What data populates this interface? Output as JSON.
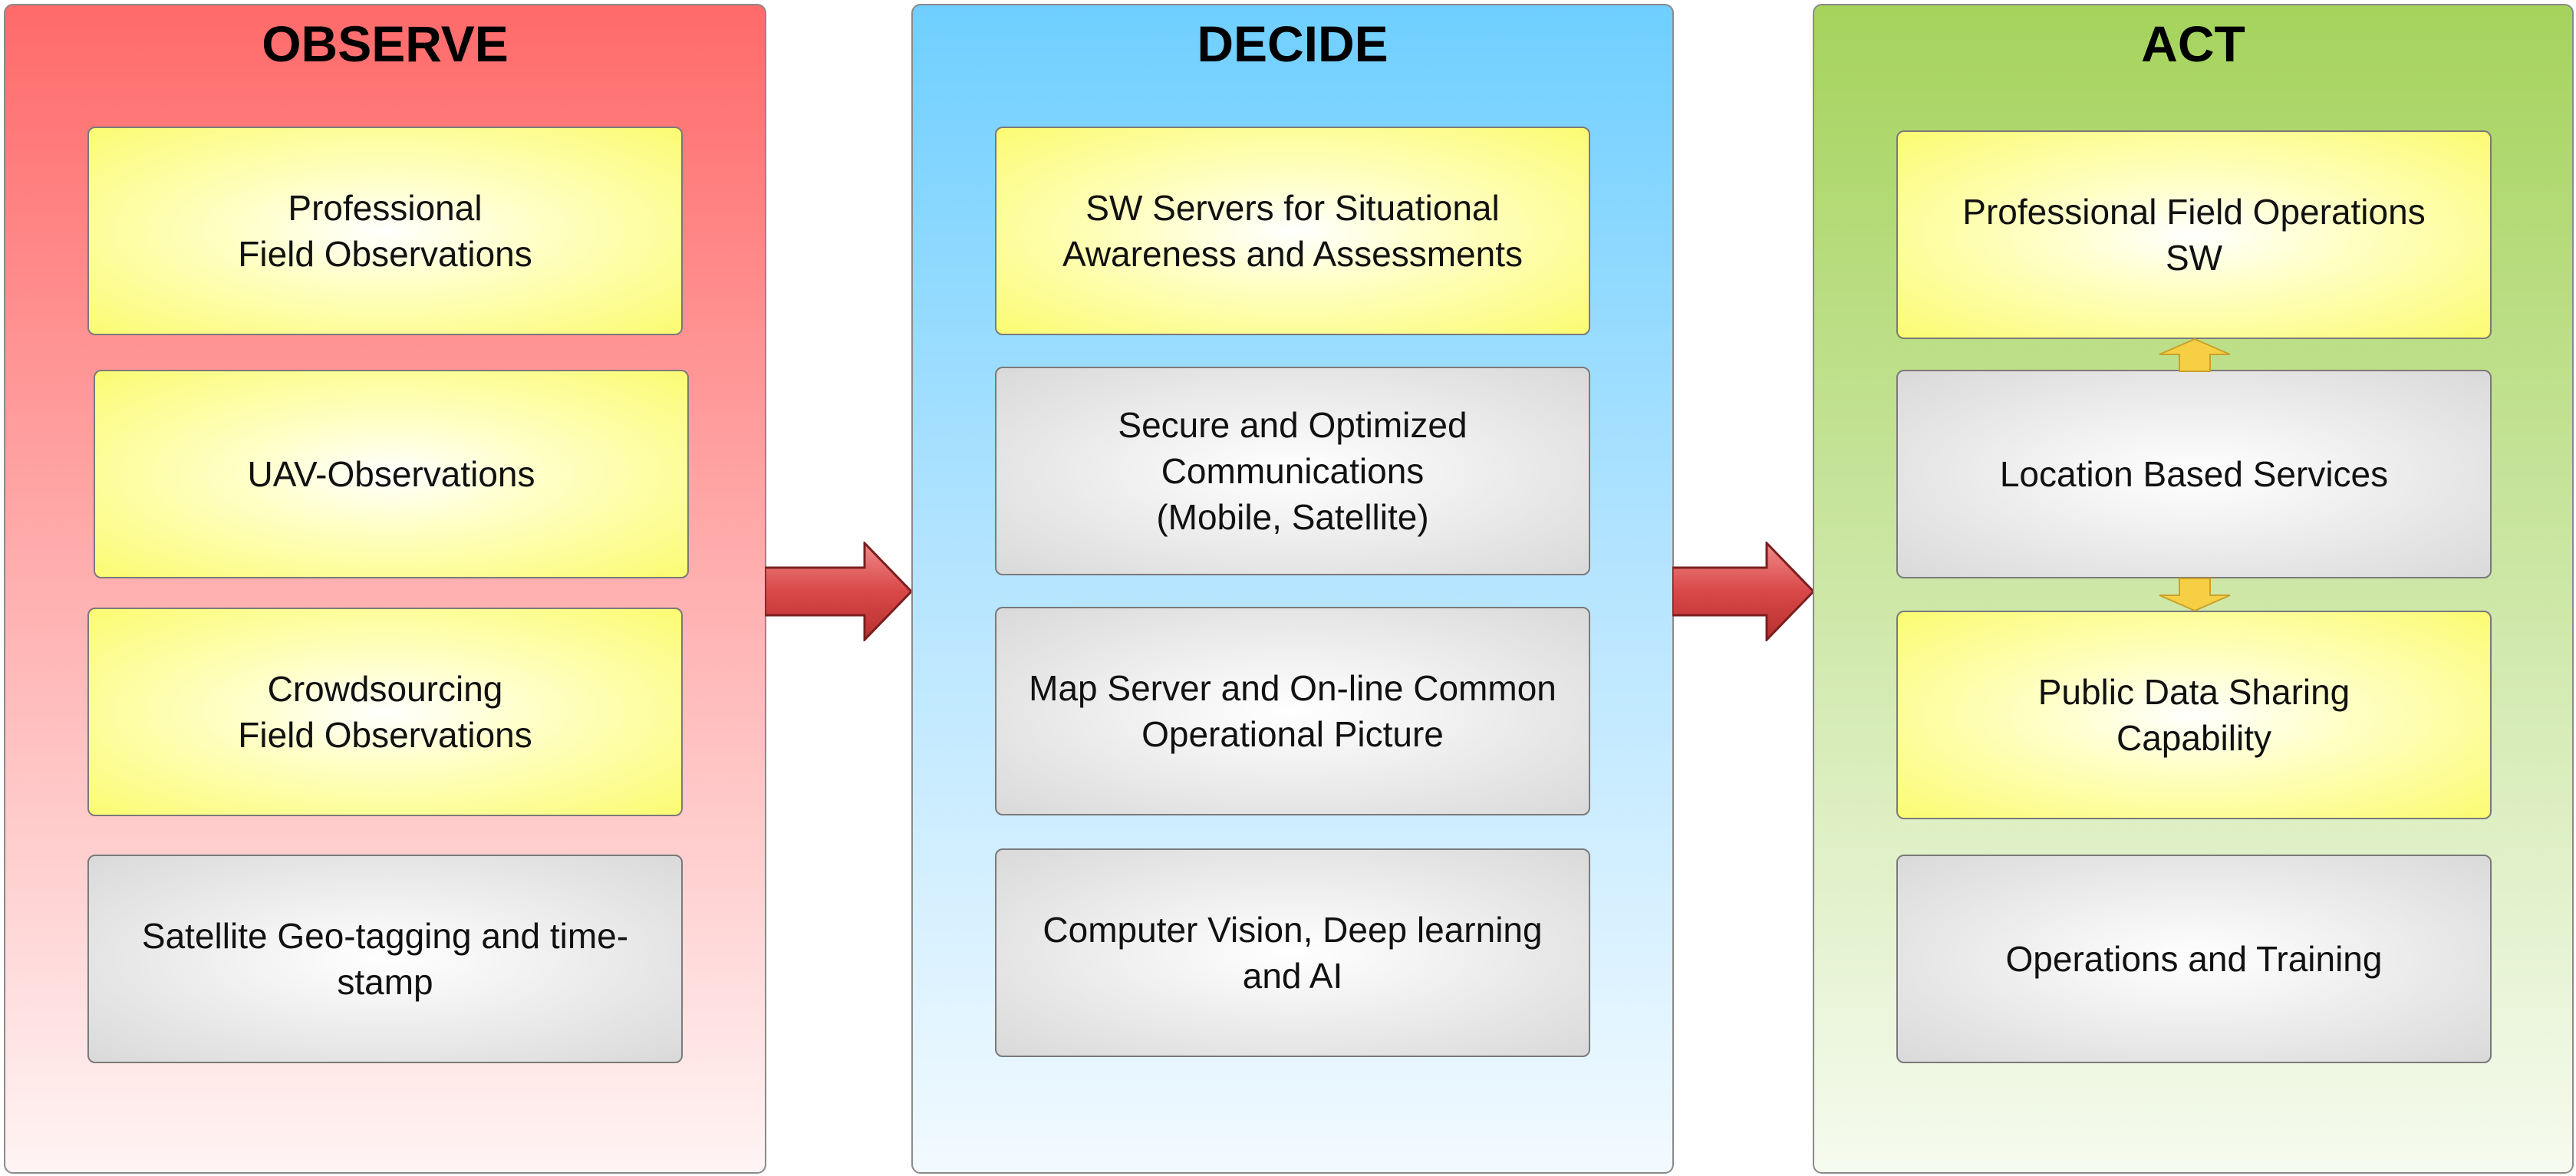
{
  "columns": {
    "observe": {
      "title": "OBSERVE",
      "boxes": [
        "Professional\nField Observations",
        "UAV-Observations",
        "Crowdsourcing\nField Observations",
        "Satellite Geo-tagging and time-\nstamp"
      ]
    },
    "decide": {
      "title": "DECIDE",
      "boxes": [
        "SW Servers for Situational\nAwareness and Assessments",
        "Secure and Optimized\nCommunications\n(Mobile, Satellite)",
        "Map Server and On-line Common\nOperational Picture",
        "Computer Vision, Deep learning\nand AI"
      ]
    },
    "act": {
      "title": "ACT",
      "boxes": [
        "Professional Field Operations\nSW",
        "Location Based Services",
        "Public Data Sharing\nCapability",
        "Operations and Training"
      ]
    }
  },
  "colors": {
    "observe": "#ff6a6a",
    "decide": "#6fcfff",
    "act": "#a5d35c",
    "highlight_box": "#fbfb72",
    "neutral_box": "#d9d9d9",
    "flow_arrow": "#d94848",
    "link_arrow": "#f7cf45"
  }
}
